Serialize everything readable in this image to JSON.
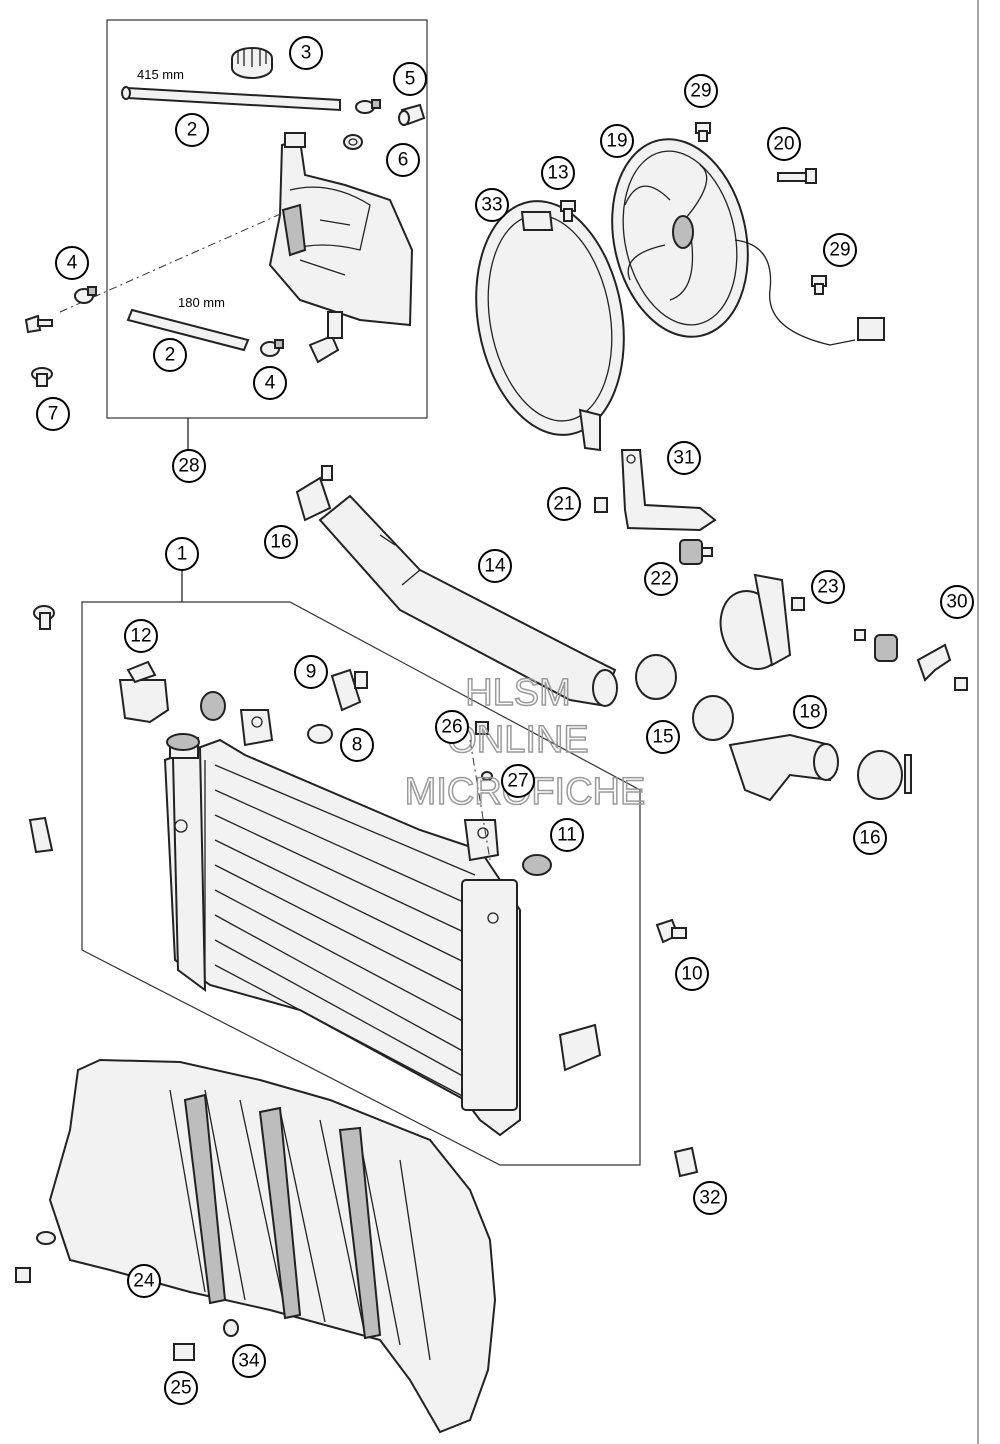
{
  "dimensions": {
    "hose_long": "415 mm",
    "hose_short": "180 mm"
  },
  "watermark": {
    "line1": "HLSM",
    "line2": "ONLINE",
    "line3": "MICROFICHE"
  },
  "callouts": {
    "c1": "1",
    "c2a": "2",
    "c2b": "2",
    "c3": "3",
    "c4a": "4",
    "c4b": "4",
    "c5": "5",
    "c6": "6",
    "c7": "7",
    "c8": "8",
    "c9": "9",
    "c10": "10",
    "c11": "11",
    "c12": "12",
    "c13": "13",
    "c14": "14",
    "c15": "15",
    "c16a": "16",
    "c16b": "16",
    "c18": "18",
    "c19": "19",
    "c20": "20",
    "c21": "21",
    "c22": "22",
    "c23": "23",
    "c24": "24",
    "c25": "25",
    "c26": "26",
    "c27": "27",
    "c28": "28",
    "c29a": "29",
    "c29b": "29",
    "c30": "30",
    "c31": "31",
    "c32": "32",
    "c33": "33",
    "c34": "34"
  }
}
